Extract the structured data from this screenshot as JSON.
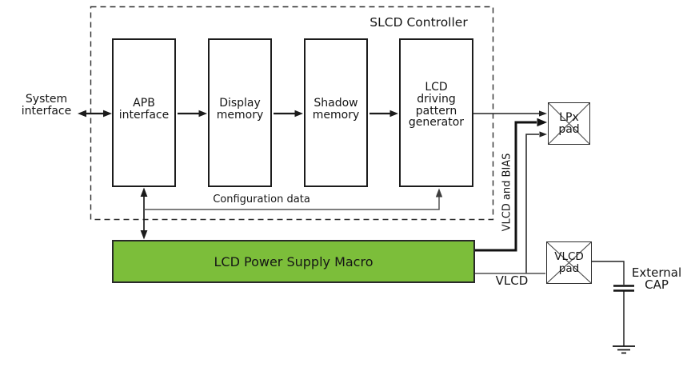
{
  "diagram": {
    "title": "SLCD Controller",
    "labels": {
      "system_interface": "System\ninterface",
      "configuration_data": "Configuration data",
      "vlcd_and_bias": "VLCD and BIAS",
      "vlcd": "VLCD",
      "external_cap": "External\nCAP"
    },
    "blocks": {
      "apb_interface": "APB\ninterface",
      "display_memory": "Display\nmemory",
      "shadow_memory": "Shadow\nmemory",
      "lcd_pattern_generator": "LCD\ndriving\npattern\ngenerator",
      "power_macro": "LCD Power Supply Macro",
      "lpx_pad": "LPx\npad",
      "vlcd_pad": "VLCD\npad"
    },
    "colors": {
      "power_macro_fill": "#7CBE3A",
      "line_black": "#1c1c1c",
      "line_gray": "#555555"
    }
  }
}
